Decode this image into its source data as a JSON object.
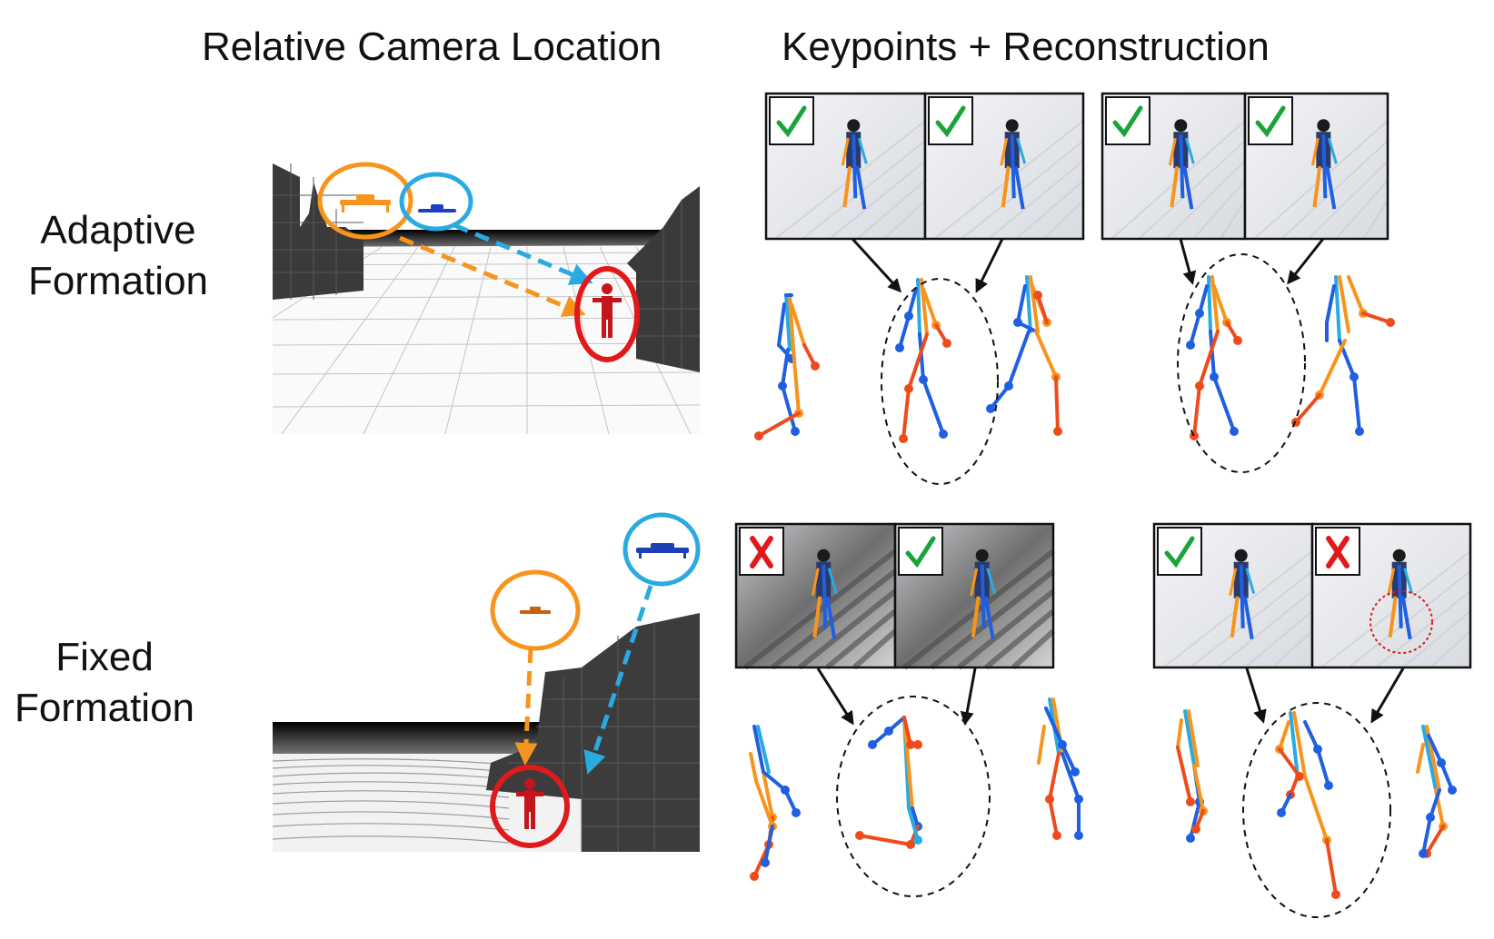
{
  "headings": {
    "left": "Relative Camera Location",
    "right": "Keypoints + Reconstruction"
  },
  "rows": [
    {
      "label": "Adaptive\nFormation",
      "marks": [
        "check",
        "check",
        "check",
        "check"
      ]
    },
    {
      "label": "Fixed\nFormation",
      "marks": [
        "cross",
        "check",
        "check",
        "cross"
      ]
    }
  ],
  "colors": {
    "orange_drone": "#f7941d",
    "blue_drone": "#29abe2",
    "person": "#e0191b",
    "check": "#1aa33b",
    "cross": "#e0191b",
    "skeleton_blue": "#1f5fe0",
    "skeleton_light_blue": "#29abe2",
    "skeleton_orange": "#f7941d",
    "skeleton_red": "#ee4b1c",
    "building": "#3c3c3c"
  }
}
